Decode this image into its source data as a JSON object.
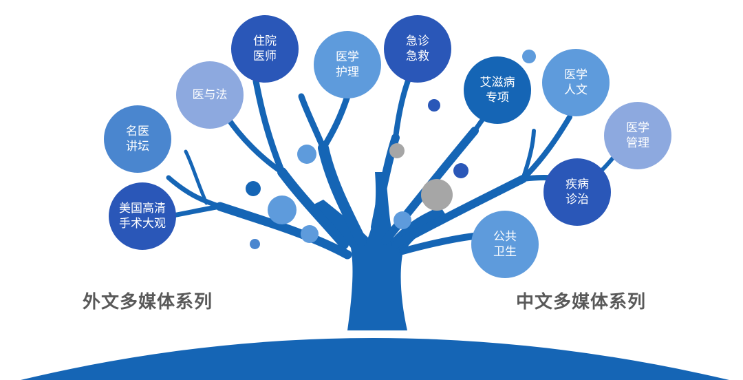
{
  "colors": {
    "tree": "#1565b5",
    "ground": "#1565b5",
    "dark": "#2a57b8",
    "medium": "#4a86cf",
    "light": "#5e9bdc",
    "pale": "#8da9df",
    "accent_grey": "#a6a6a6"
  },
  "bubbles": [
    {
      "id": "usa-hd-surgery",
      "text": "美国高清\n手术大观",
      "tone": "dark"
    },
    {
      "id": "famous-doctor-forum",
      "text": "名医\n讲坛",
      "tone": "medium"
    },
    {
      "id": "medicine-and-law",
      "text": "医与法",
      "tone": "pale"
    },
    {
      "id": "resident-physician",
      "text": "住院\n医师",
      "tone": "dark"
    },
    {
      "id": "medical-nursing",
      "text": "医学\n护理",
      "tone": "light"
    },
    {
      "id": "emergency-rescue",
      "text": "急诊\n急救",
      "tone": "dark"
    },
    {
      "id": "aids-special",
      "text": "艾滋病\n专项",
      "tone": "tree"
    },
    {
      "id": "medical-humanities",
      "text": "医学\n人文",
      "tone": "light"
    },
    {
      "id": "medical-management",
      "text": "医学\n管理",
      "tone": "pale"
    },
    {
      "id": "disease-diagnosis",
      "text": "疾病\n诊治",
      "tone": "dark"
    },
    {
      "id": "public-health",
      "text": "公共\n卫生",
      "tone": "light"
    }
  ],
  "labels": {
    "foreign_series": "外文多媒体系列",
    "chinese_series": "中文多媒体系列"
  }
}
